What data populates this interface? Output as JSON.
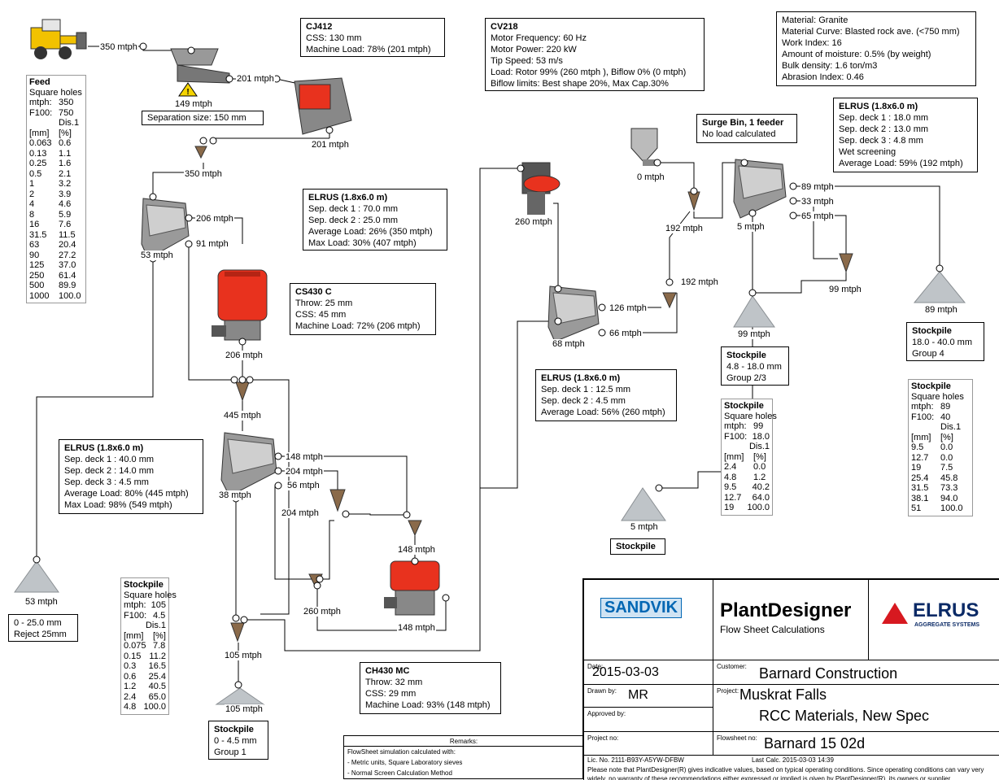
{
  "flows": {
    "feed_top": "350 mtph",
    "grizzly_over": "201 mtph",
    "grizzly_under": "149 mtph",
    "jaw_out": "201 mtph",
    "combined": "350 mtph",
    "screen1_mid": "206 mtph",
    "screen1_under1": "91 mtph",
    "screen1_fines": "53 mtph",
    "cone1_out": "206 mtph",
    "merge_445": "445 mtph",
    "s2_148": "148 mtph",
    "s2_204": "204 mtph",
    "s2_56": "56 mtph",
    "s2_38": "38 mtph",
    "split_204": "204 mtph",
    "ch_in_148": "148 mtph",
    "ch_out_148": "148 mtph",
    "merge_260": "260 mtph",
    "fines_105": "105 mtph",
    "stock_105": "105 mtph",
    "stock_53": "53 mtph",
    "vsi_260": "260 mtph",
    "s3_68": "68 mtph",
    "s3_126": "126 mtph",
    "s3_66": "66 mtph",
    "m_192": "192 mtph",
    "bin_0": "0 mtph",
    "bin_192": "192 mtph",
    "s4_5": "5 mtph",
    "s4_89": "89 mtph",
    "s4_33": "33 mtph",
    "s4_65": "65 mtph",
    "m_99": "99 mtph",
    "stock_99": "99 mtph",
    "stock_89": "89 mtph",
    "stock_5": "5 mtph"
  },
  "separation": "Separation size: 150 mm",
  "cj412": {
    "title": "CJ412",
    "lines": [
      "CSS: 130 mm",
      "Machine Load: 78% (201 mtph)"
    ]
  },
  "cv218": {
    "title": "CV218",
    "lines": [
      "Motor Frequency: 60 Hz",
      "Motor Power: 220 kW",
      "Tip Speed: 53 m/s",
      "Load: Rotor 99% (260 mtph ), Biflow 0% (0 mtph)",
      "Biflow limits: Best shape 20%, Max Cap.30%"
    ]
  },
  "material": {
    "lines": [
      "Material: Granite",
      "Material Curve: Blasted rock ave. (<750 mm)",
      "Work Index: 16",
      "Amount of moisture: 0.5% (by weight)",
      "Bulk density: 1.6 ton/m3",
      "Abrasion Index: 0.46"
    ]
  },
  "elrus1": {
    "title": "ELRUS (1.8x6.0 m)",
    "lines": [
      "Sep. deck 1 : 70.0 mm",
      "Sep. deck 2 : 25.0 mm",
      "Average Load: 26% (350 mtph)",
      "Max Load: 30% (407 mtph)"
    ]
  },
  "cs430": {
    "title": "CS430 C",
    "lines": [
      "Throw: 25 mm",
      "CSS: 45 mm",
      "Machine Load: 72% (206 mtph)"
    ]
  },
  "elrus2": {
    "title": "ELRUS (1.8x6.0 m)",
    "lines": [
      "Sep. deck 1 : 40.0 mm",
      "Sep. deck 2 : 14.0 mm",
      "Sep. deck 3 : 4.5 mm",
      "Average Load: 80% (445 mtph)",
      "Max Load: 98% (549 mtph)"
    ]
  },
  "ch430": {
    "title": "CH430 MC",
    "lines": [
      "Throw: 32 mm",
      "CSS: 29 mm",
      "Machine Load: 93% (148 mtph)"
    ]
  },
  "elrus3": {
    "title": "ELRUS (1.8x6.0 m)",
    "lines": [
      "Sep. deck 1 : 12.5 mm",
      "Sep. deck 2 : 4.5 mm",
      "Average Load: 56% (260 mtph)"
    ]
  },
  "elrus4": {
    "title": "ELRUS (1.8x6.0 m)",
    "lines": [
      "Sep. deck 1 : 18.0 mm",
      "Sep. deck 2 : 13.0 mm",
      "Sep. deck 3 : 4.8 mm",
      "Wet screening",
      "Average Load: 59% (192 mtph)"
    ]
  },
  "surge": {
    "title": "Surge Bin, 1 feeder",
    "lines": [
      "No load calculated"
    ]
  },
  "sp_reject": {
    "lines": [
      "0 - 25.0 mm",
      "Reject 25mm"
    ]
  },
  "sp_g1": {
    "title": "Stockpile",
    "lines": [
      "0 - 4.5 mm",
      "Group 1"
    ]
  },
  "sp_g23": {
    "title": "Stockpile",
    "lines": [
      "4.8 - 18.0 mm",
      "Group 2/3"
    ]
  },
  "sp_g4": {
    "title": "Stockpile",
    "lines": [
      "18.0 - 40.0 mm",
      "Group 4"
    ]
  },
  "sp_plain": {
    "title": "Stockpile"
  },
  "feed_table": {
    "title": "Feed",
    "sub": "Square holes",
    "mtph_label": "mtph:",
    "mtph": "350",
    "f100_label": "F100:",
    "f100": "750",
    "dis": "Dis.1",
    "col1": "[mm]",
    "col2": "[%]",
    "rows": [
      [
        "0.063",
        "0.6"
      ],
      [
        "0.13",
        "1.1"
      ],
      [
        "0.25",
        "1.6"
      ],
      [
        "0.5",
        "2.1"
      ],
      [
        "1",
        "3.2"
      ],
      [
        "2",
        "3.9"
      ],
      [
        "4",
        "4.6"
      ],
      [
        "8",
        "5.9"
      ],
      [
        "16",
        "7.6"
      ],
      [
        "31.5",
        "11.5"
      ],
      [
        "63",
        "20.4"
      ],
      [
        "90",
        "27.2"
      ],
      [
        "125",
        "37.0"
      ],
      [
        "250",
        "61.4"
      ],
      [
        "500",
        "89.9"
      ],
      [
        "1000",
        "100.0"
      ]
    ]
  },
  "t105": {
    "title": "Stockpile",
    "sub": "Square holes",
    "mtph_label": "mtph:",
    "mtph": "105",
    "f100_label": "F100:",
    "f100": "4.5",
    "dis": "Dis.1",
    "col1": "[mm]",
    "col2": "[%]",
    "rows": [
      [
        "0.075",
        "7.8"
      ],
      [
        "0.15",
        "11.2"
      ],
      [
        "0.3",
        "16.5"
      ],
      [
        "0.6",
        "25.4"
      ],
      [
        "1.2",
        "40.5"
      ],
      [
        "2.4",
        "65.0"
      ],
      [
        "4.8",
        "100.0"
      ]
    ]
  },
  "t99": {
    "title": "Stockpile",
    "sub": "Square holes",
    "mtph_label": "mtph:",
    "mtph": "99",
    "f100_label": "F100:",
    "f100": "18.0",
    "dis": "Dis.1",
    "col1": "[mm]",
    "col2": "[%]",
    "rows": [
      [
        "2.4",
        "0.0"
      ],
      [
        "4.8",
        "1.2"
      ],
      [
        "9.5",
        "40.2"
      ],
      [
        "12.7",
        "64.0"
      ],
      [
        "19",
        "100.0"
      ]
    ]
  },
  "t89": {
    "title": "Stockpile",
    "sub": "Square holes",
    "mtph_label": "mtph:",
    "mtph": "89",
    "f100_label": "F100:",
    "f100": "40",
    "dis": "Dis.1",
    "col1": "[mm]",
    "col2": "[%]",
    "rows": [
      [
        "9.5",
        "0.0"
      ],
      [
        "12.7",
        "0.0"
      ],
      [
        "19",
        "7.5"
      ],
      [
        "25.4",
        "45.8"
      ],
      [
        "31.5",
        "73.3"
      ],
      [
        "38.1",
        "94.0"
      ],
      [
        "51",
        "100.0"
      ]
    ]
  },
  "titleblock": {
    "sandvik": "SANDVIK",
    "product": "PlantDesigner",
    "product_sub": "Flow Sheet Calculations",
    "elrus_logo": "ELRUS",
    "elrus_sub": "AGGREGATE SYSTEMS",
    "date_cap": "Date:",
    "date": "2015-03-03",
    "customer_cap": "Customer:",
    "customer": "Barnard Construction",
    "drawn_cap": "Drawn by:",
    "drawn": "MR",
    "project_cap": "Project:",
    "project1": "Muskrat Falls",
    "project2": "RCC Materials, New Spec",
    "approved_cap": "Approved by:",
    "projno_cap": "Project no:",
    "flowsheet_cap": "Flowsheet no:",
    "flowsheet": "Barnard 15 02d",
    "lic": "Lic. No. 2111-B93Y-A5YW-DFBW",
    "lastcalc": "Last Calc. 2015-03-03 14:39",
    "note": "Please note that PlantDesigner(R) gives indicative values, based on typical operating conditions. Since operating conditions can vary very widely, no warranty of these recommendations either expressed or implied is given by PlantDesigner(R), its owners or supplier"
  },
  "remarks": {
    "title": "Remarks:",
    "lines": [
      "FlowSheet simulation calculated with:",
      "- Metric units, Square Laboratory sieves",
      "- Normal Screen Calculation Method"
    ]
  },
  "colors": {
    "crusher": "#e8321e",
    "screen": "#7a7a7a",
    "line": "#000000",
    "elrus_red": "#d71920",
    "sandvik_blue": "#0066b3"
  }
}
